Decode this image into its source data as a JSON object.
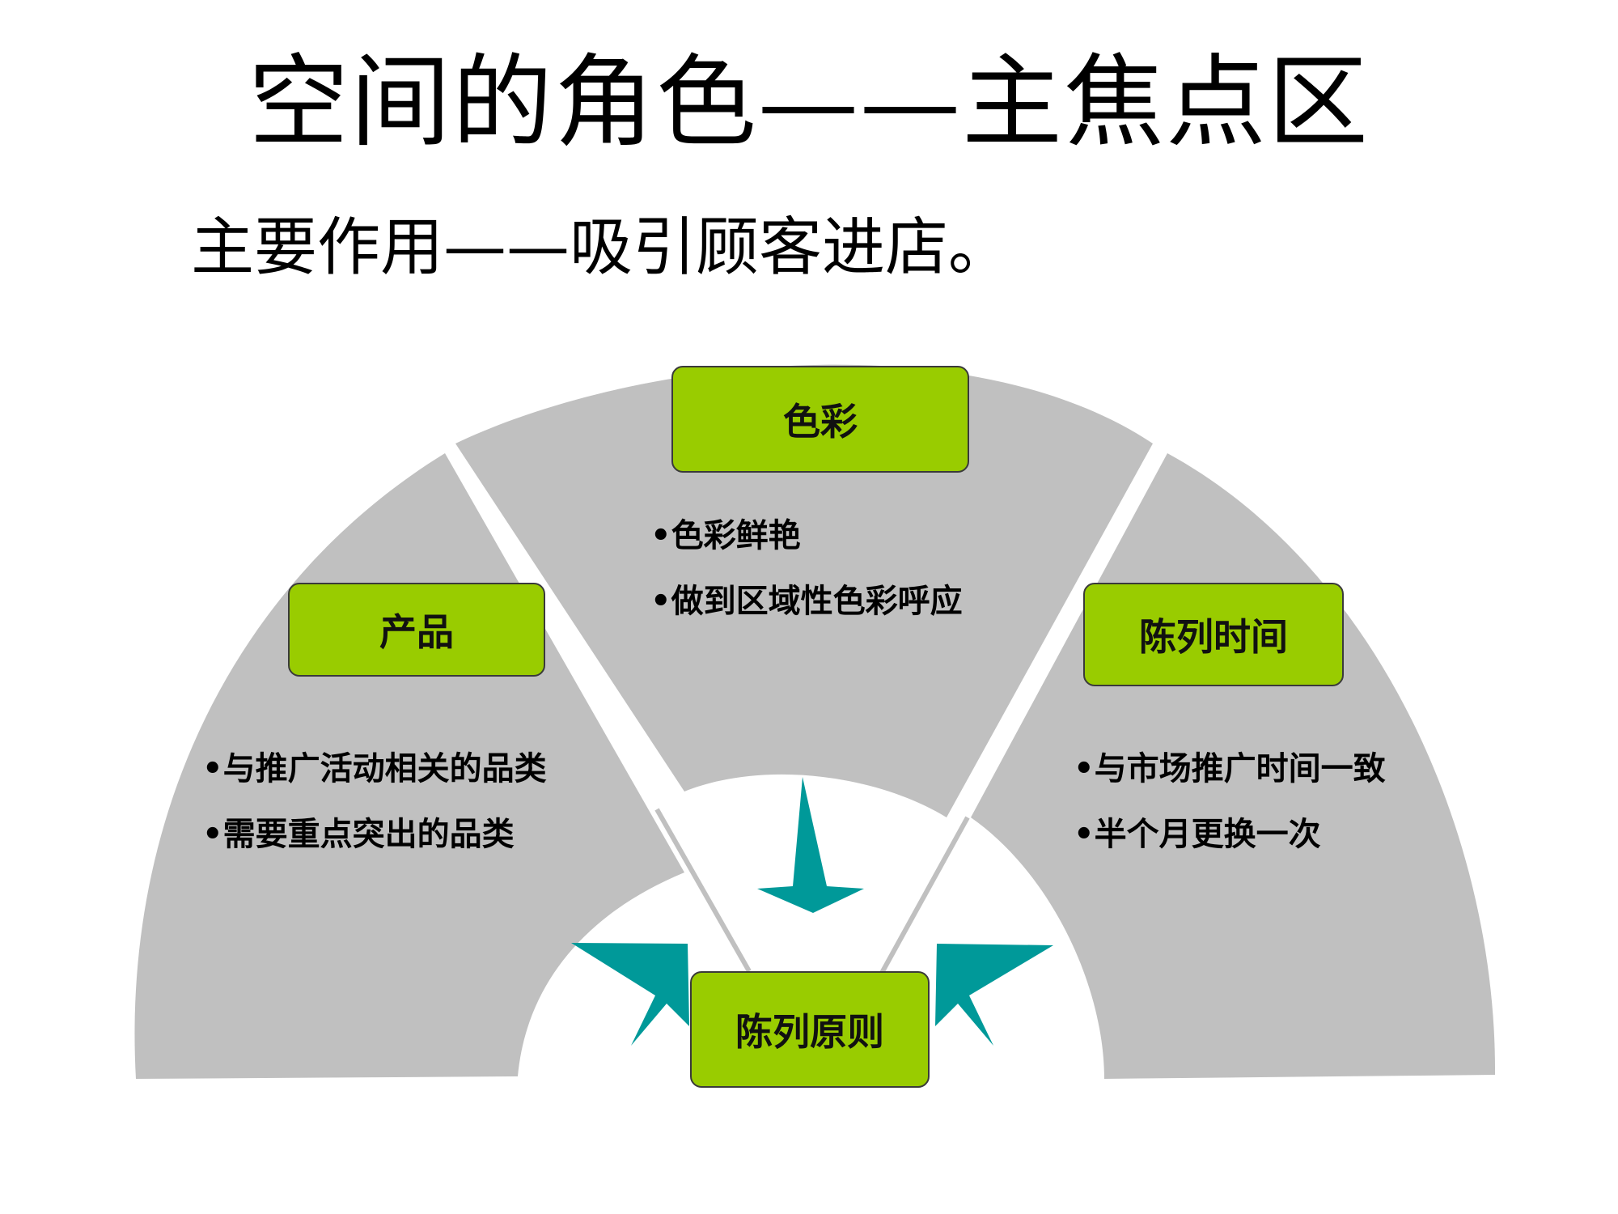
{
  "title": "空间的角色——主焦点区",
  "subtitle": "主要作用——吸引顾客进店。",
  "colors": {
    "segment_fill": "#c0c0c0",
    "box_fill": "#99cc00",
    "arrow_fill": "#009999",
    "box_border": "#3a3a3a"
  },
  "segments": {
    "left": {
      "heading": "产品",
      "bullets": [
        "与推广活动相关的品类",
        "需要重点突出的品类"
      ]
    },
    "middle": {
      "heading": "色彩",
      "bullets": [
        "色彩鲜艳",
        "做到区域性色彩呼应"
      ]
    },
    "right": {
      "heading": "陈列时间",
      "bullets": [
        "与市场推广时间一致",
        "半个月更换一次"
      ]
    }
  },
  "center": {
    "label": "陈列原则"
  },
  "arrows": [
    {
      "icon": "arrow-down-icon"
    },
    {
      "icon": "arrow-down-right-icon"
    },
    {
      "icon": "arrow-down-left-icon"
    }
  ]
}
